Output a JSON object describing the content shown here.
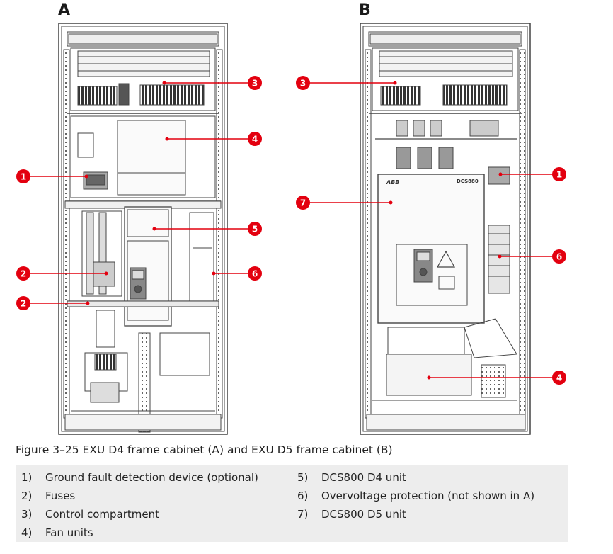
{
  "panels": {
    "a_label": "A",
    "b_label": "B"
  },
  "unit_text": {
    "dcs_label": "DCS880",
    "abb_logo": "ABB"
  },
  "callouts_a": [
    "3",
    "4",
    "1",
    "5",
    "2",
    "6",
    "2"
  ],
  "callouts_b": [
    "3",
    "1",
    "7",
    "6",
    "4"
  ],
  "caption": "Figure 3–25 EXU D4 frame cabinet (A) and EXU D5 frame cabinet (B)",
  "legend": [
    {
      "num": "1)",
      "text": "Ground fault detection device (optional)"
    },
    {
      "num": "2)",
      "text": "Fuses"
    },
    {
      "num": "3)",
      "text": "Control compartment"
    },
    {
      "num": "4)",
      "text": "Fan units"
    },
    {
      "num": "5)",
      "text": "DCS800 D4 unit"
    },
    {
      "num": "6)",
      "text": "Overvoltage protection (not shown in A)"
    },
    {
      "num": "7)",
      "text": "DCS800 D5 unit"
    }
  ],
  "colors": {
    "callout": "#e3000f",
    "legend_bg": "#ededed",
    "line": "#444444"
  }
}
